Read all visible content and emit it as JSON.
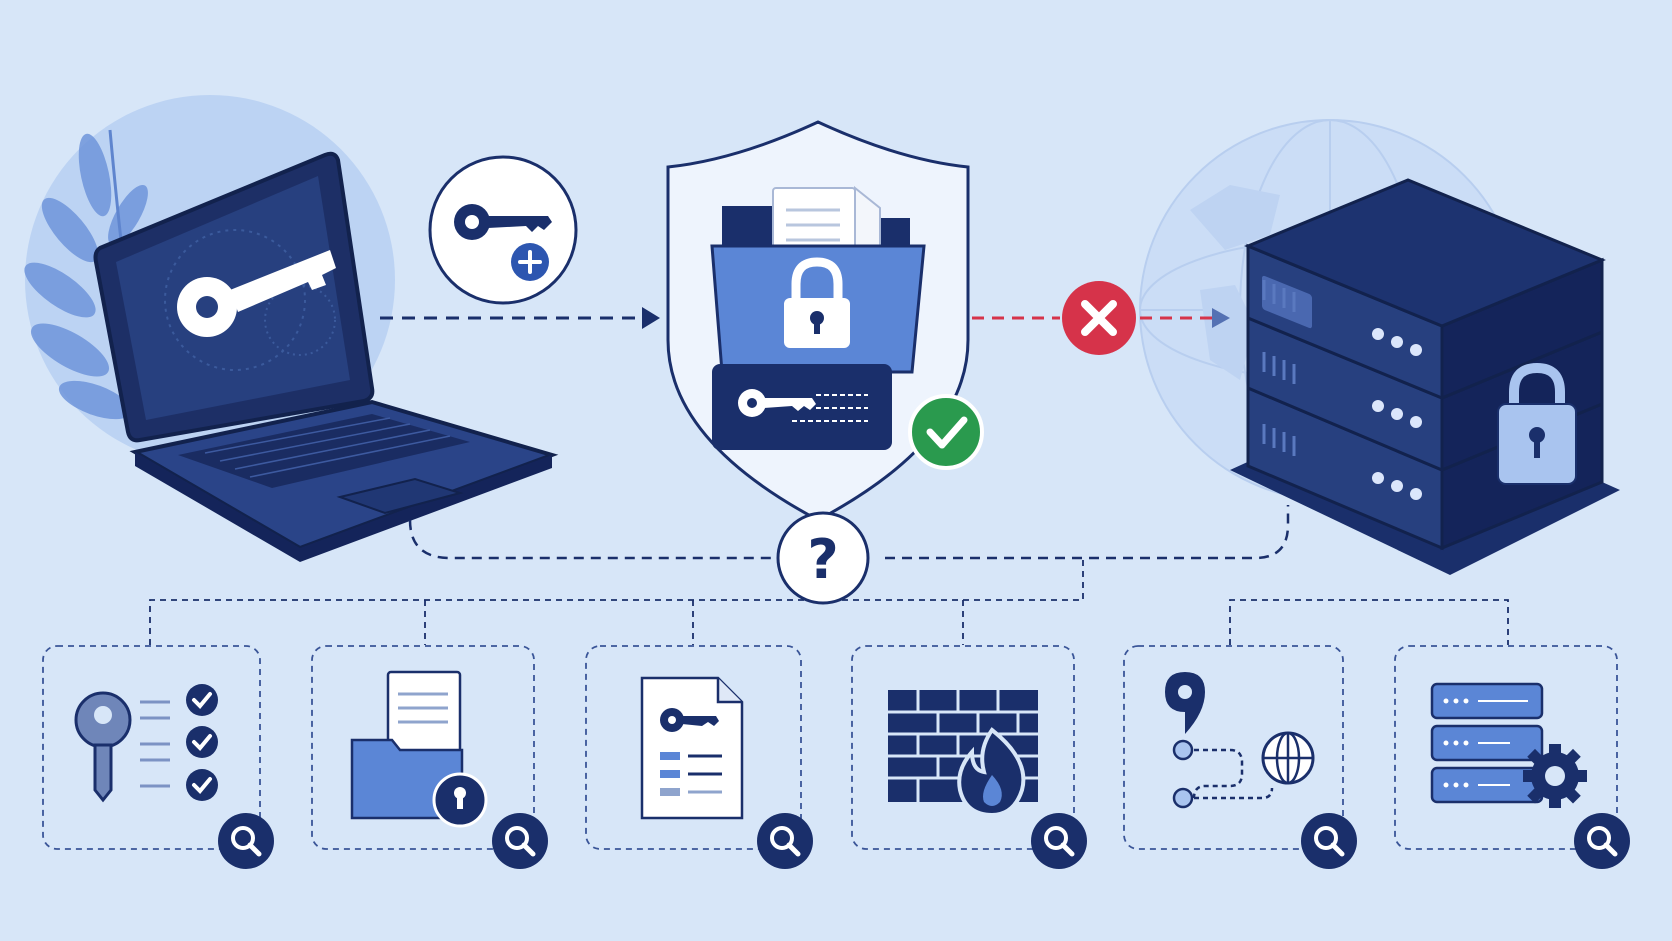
{
  "colors": {
    "background": "#d7e6f8",
    "navy": "#1a2f6b",
    "mid_blue": "#5b86d6",
    "light_blue": "#a9c4ef",
    "pale_blue": "#c5d9f4",
    "accent_red": "#d6334a",
    "accent_green": "#2a9a4e",
    "white": "#ffffff"
  },
  "nodes": {
    "client": {
      "icon": "laptop-with-key-icon",
      "badge": "add-key-icon"
    },
    "vault": {
      "icon": "shield-folder-lock-icon",
      "badge": "check-icon"
    },
    "server": {
      "icon": "server-stack-lock-icon",
      "background_icon": "globe-icon"
    }
  },
  "connectors": {
    "client_to_vault": {
      "style": "dashed-arrow"
    },
    "vault_to_server": {
      "style": "dashed-arrow",
      "status_icon": "blocked-x-icon"
    },
    "question": {
      "glyph": "?"
    }
  },
  "panels": [
    {
      "id": "key-audit",
      "icon": "key-checklist-icon",
      "action": "search-icon"
    },
    {
      "id": "file-lock",
      "icon": "folder-document-lock-icon",
      "action": "search-icon"
    },
    {
      "id": "key-document",
      "icon": "key-document-icon",
      "action": "search-icon"
    },
    {
      "id": "firewall",
      "icon": "firewall-icon",
      "action": "search-icon"
    },
    {
      "id": "network-route",
      "icon": "location-network-icon",
      "action": "search-icon"
    },
    {
      "id": "server-config",
      "icon": "server-settings-icon",
      "action": "search-icon"
    }
  ]
}
